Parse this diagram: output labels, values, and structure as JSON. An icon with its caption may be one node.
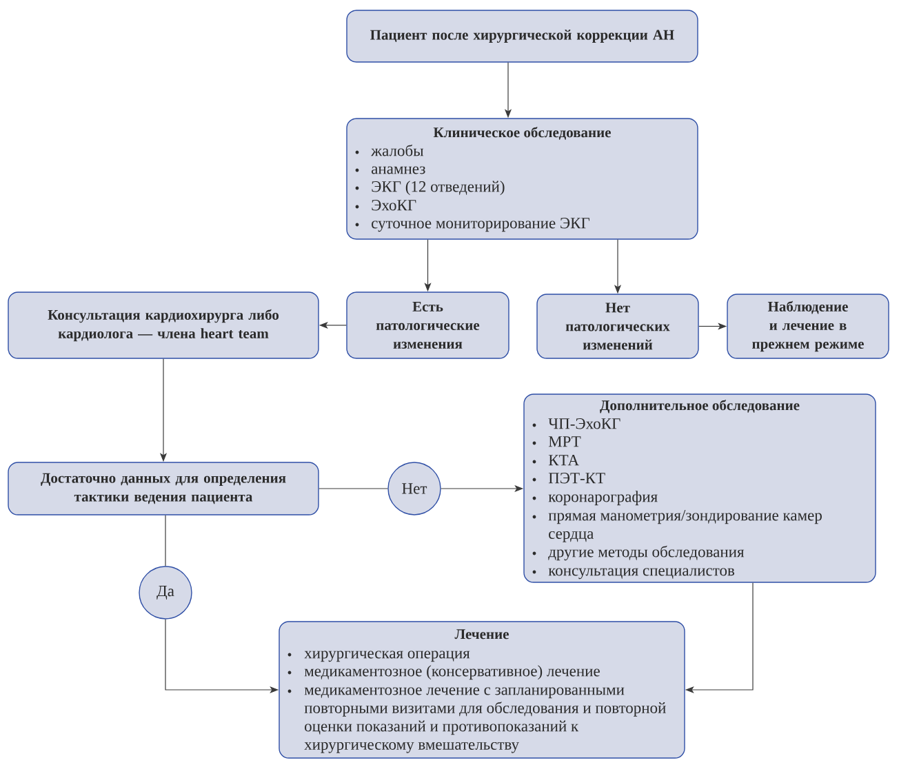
{
  "diagram": {
    "nodes": [
      {
        "text": [
          "Пациент после хирургической коррекции АН"
        ]
      },
      {
        "text": [
          "Клиническое обследование",
          "жалобы",
          "анамнез",
          "ЭКГ (12 отведений)",
          "ЭхоКГ",
          "суточное мониторирование ЭКГ"
        ]
      },
      {
        "text": [
          "Консультация кардиохирурга либо кардиолога — члена heart team"
        ]
      },
      {
        "text": [
          "Есть патологические изменения"
        ]
      },
      {
        "text": [
          "Нет патологических изменений"
        ]
      },
      {
        "text": [
          "Наблюдение и лечение в прежнем режиме"
        ]
      },
      {
        "text": [
          "Достаточно данных для определения тактики ведения пациента"
        ]
      },
      {
        "text": [
          "Нет"
        ]
      },
      {
        "text": [
          "Дополнительное обследование",
          "ЧП-ЭхоКГ",
          "МРТ",
          "КТА",
          "ПЭТ-КТ",
          "коронарография",
          "прямая манометрия/зондирование камер сердца",
          "другие методы обследования",
          "консультация специалистов"
        ]
      },
      {
        "text": [
          "Да"
        ]
      },
      {
        "text": [
          "Лечение",
          "хирургическая операция",
          "медикаментозное (консервативное) лечение",
          "медикаментозное лечение с запланированными повторными визитами для обследования и повторной оценки показаний и противопоказаний к хирургическому вмешательству"
        ]
      }
    ],
    "edges": [
      {
        "from": 0,
        "to": 1,
        "arrow": "to"
      },
      {
        "from": 1,
        "to": 3,
        "arrow": "to"
      },
      {
        "from": 1,
        "to": 4,
        "arrow": "to"
      },
      {
        "from": 3,
        "to": 2,
        "arrow": "to"
      },
      {
        "from": 4,
        "to": 5,
        "arrow": "to"
      },
      {
        "from": 2,
        "to": 6,
        "arrow": "to"
      },
      {
        "from": 6,
        "to": 7,
        "arrow": "none"
      },
      {
        "from": 7,
        "to": 8,
        "arrow": "to"
      },
      {
        "from": 6,
        "to": 9,
        "arrow": "none"
      },
      {
        "from": 9,
        "to": 10,
        "arrow": "to"
      },
      {
        "from": 8,
        "to": 10,
        "arrow": "to"
      }
    ]
  }
}
